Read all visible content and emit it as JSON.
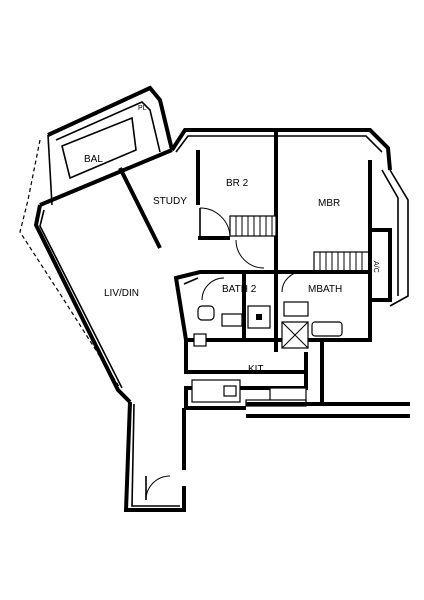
{
  "rooms": {
    "bal": "BAL",
    "pl": "PL",
    "study": "STUDY",
    "br2": "BR 2",
    "mbr": "MBR",
    "ac": "A/C",
    "livdin": "LIV/DIN",
    "bath2": "BATH 2",
    "mbath": "MBATH",
    "kit": "KIT"
  },
  "colors": {
    "line": "#000000",
    "background": "#ffffff"
  }
}
